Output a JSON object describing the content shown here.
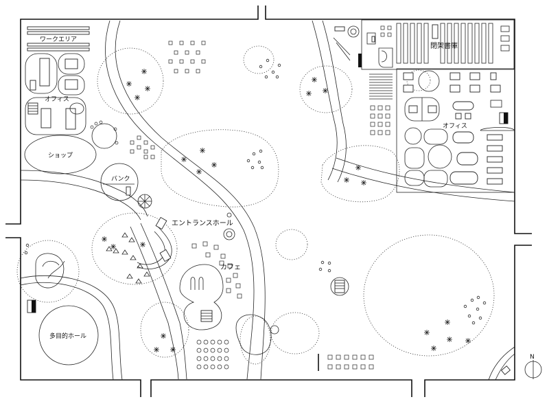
{
  "labels": {
    "work_area": "ワークエリア",
    "office_left": "オフィス",
    "shop": "ショップ",
    "bank": "バンク",
    "entrance_hall": "エントランスホール",
    "cafe": "カフェ",
    "multipurpose_hall": "多目的ホール",
    "archive": "閉架書庫",
    "office_right": "オフィス",
    "north": "N"
  },
  "colors": {
    "line": "#111111",
    "background": "#ffffff"
  }
}
